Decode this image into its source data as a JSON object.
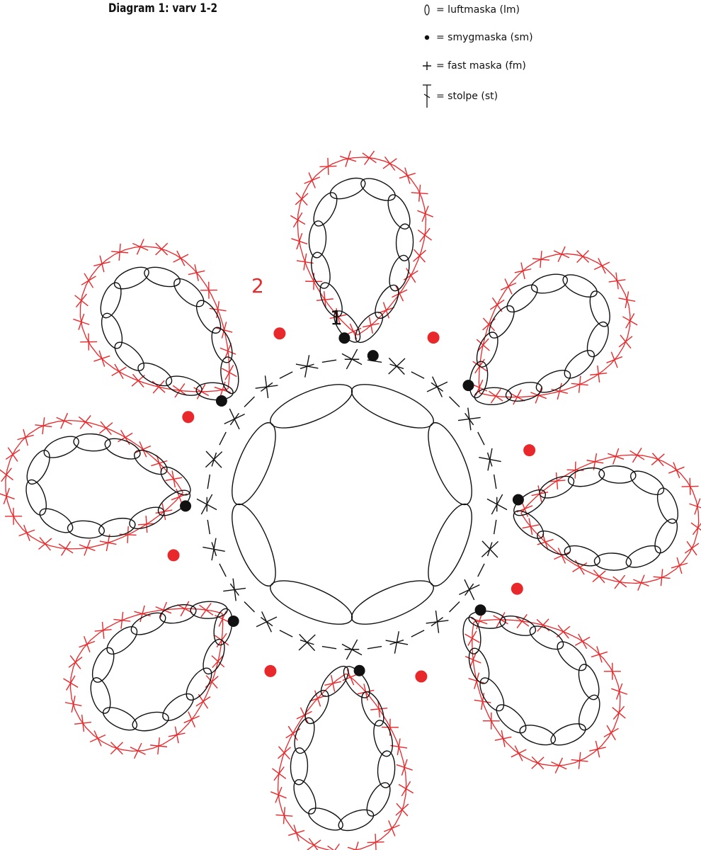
{
  "title": "Diagram 1: varv 1-2",
  "legend": [
    {
      "icon": "chain-oval-icon",
      "label": "= luftmaska (lm)"
    },
    {
      "icon": "slip-stitch-dot-icon",
      "label": "= smygmaska (sm)"
    },
    {
      "icon": "single-crochet-cross-icon",
      "label": "= fast maska (fm)"
    },
    {
      "icon": "double-crochet-icon",
      "label": "= stolpe (st)"
    }
  ],
  "round_labels": {
    "round1": "1",
    "round2": "2"
  },
  "colors": {
    "round1": "#111111",
    "round2": "#e8282b"
  },
  "petal_count": 8
}
